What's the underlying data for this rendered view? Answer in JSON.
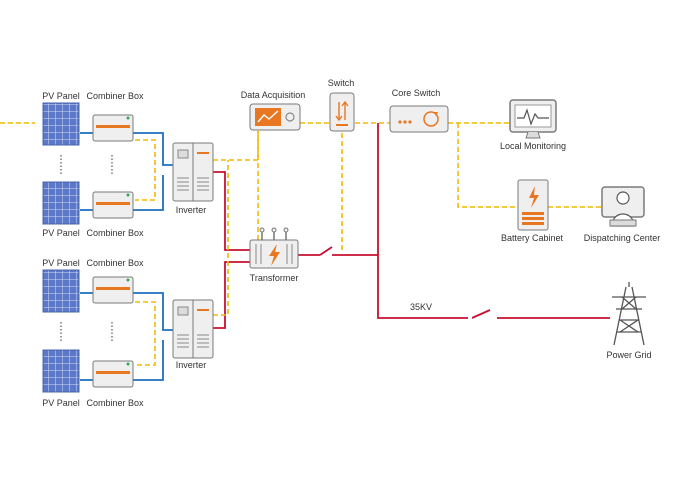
{
  "labels": {
    "pv_panel": "PV Panel",
    "combiner_box": "Combiner Box",
    "inverter": "Inverter",
    "data_acquisition": "Data Acquisition",
    "switch": "Switch",
    "core_switch": "Core Switch",
    "local_monitoring": "Local Monitoring",
    "battery_cabinet": "Battery Cabinet",
    "dispatching_center": "Dispatching Center",
    "transformer": "Transformer",
    "voltage": "35KV",
    "power_grid": "Power Grid"
  },
  "colors": {
    "power_line": "#c8102e",
    "dc_line": "#1f6fbf",
    "data_line": "#f5b800",
    "accent": "#e87722",
    "device_fill": "#efefef",
    "device_stroke": "#7a7a7a",
    "panel_fill": "#5b78c9"
  }
}
